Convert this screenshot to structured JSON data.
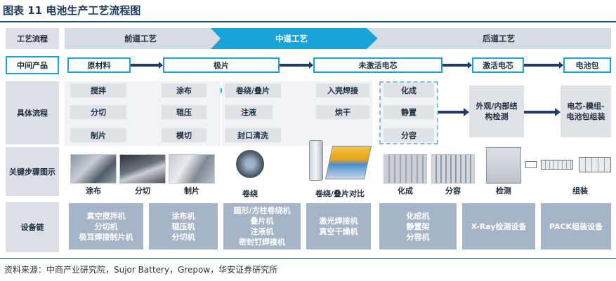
{
  "figure_title": "图表 11 电池生产工艺流程图",
  "row_labels": {
    "process": "工艺流程",
    "intermediate": "中间产品",
    "specific": "具体流程",
    "key_steps": "关键步骤图示",
    "equipment": "设备链"
  },
  "phases": {
    "front": "前道工艺",
    "middle": "中道工艺",
    "back": "后道工艺"
  },
  "products": [
    "原材料",
    "极片",
    "未激活电芯",
    "激活电芯",
    "电池包"
  ],
  "front_steps": {
    "mix": "搅拌",
    "coat": "涂布",
    "slit": "分切",
    "roll": "辊压",
    "sheet": "制片",
    "cut": "模切"
  },
  "middle_steps": {
    "wind": "卷绕/叠片",
    "shell": "入壳焊接",
    "inject": "注液",
    "bake": "烘干",
    "seal": "封口清洗"
  },
  "back_steps": {
    "form": "化成",
    "rest": "静置",
    "grade": "分容",
    "inspect": "外观/内部结构检测",
    "assemble": "电芯-模组-电池包组装"
  },
  "captions": {
    "coat": "涂布",
    "slit": "分切",
    "sheet": "制片",
    "wind": "卷绕",
    "compare": "卷绕/叠片对比",
    "form": "化成",
    "grade": "分容",
    "inspect": "检测",
    "assemble": "组装"
  },
  "equipment": {
    "e1": "真空搅拌机\n分切机\n极耳焊接制片机",
    "e2": "涂布机\n辊压机\n分切机",
    "e3": "圆形/方柱卷绕机\n叠片机\n注液机\n密封钉焊接机",
    "e4": "激光焊接机\n真空干燥机",
    "e5": "化成机\n静置架\n分容机",
    "e6": "X-Ray检测设备",
    "e7": "PACK组装设备"
  },
  "source": "资料来源：中商产业研究院，Sujor Battery，Grepow，华安证券研究所",
  "colors": {
    "accent": "#1aa3d9",
    "navy": "#1f3a6e",
    "phase_active": "#1aa3d9",
    "phase_idle": "#d7dce3"
  }
}
